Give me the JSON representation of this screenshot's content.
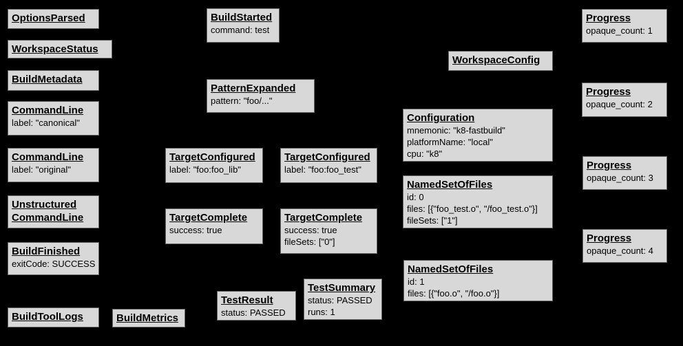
{
  "diagram": {
    "description": "Bazel Build Event Protocol event graph",
    "colors": {
      "background": "#000000",
      "node_fill": "#d8d8d8",
      "node_border": "#666666",
      "node_text": "#000000"
    }
  },
  "nodes": [
    {
      "key": "options-parsed",
      "title": "OptionsParsed",
      "details": []
    },
    {
      "key": "workspace-status",
      "title": "WorkspaceStatus",
      "details": []
    },
    {
      "key": "build-metadata",
      "title": "BuildMetadata",
      "details": []
    },
    {
      "key": "command-line-canonical",
      "title": "CommandLine",
      "details": [
        "label: \"canonical\""
      ]
    },
    {
      "key": "command-line-original",
      "title": "CommandLine",
      "details": [
        "label: \"original\""
      ]
    },
    {
      "key": "unstructured-command-line",
      "title": "Unstructured",
      "title_line2": "CommandLine",
      "details": []
    },
    {
      "key": "build-finished",
      "title": "BuildFinished",
      "details": [
        "exitCode: SUCCESS"
      ]
    },
    {
      "key": "build-tool-logs",
      "title": "BuildToolLogs",
      "details": []
    },
    {
      "key": "build-metrics",
      "title": "BuildMetrics",
      "details": []
    },
    {
      "key": "build-started",
      "title": "BuildStarted",
      "details": [
        "command: test"
      ]
    },
    {
      "key": "pattern-expanded",
      "title": "PatternExpanded",
      "details": [
        "pattern: \"foo/...\""
      ]
    },
    {
      "key": "target-configured-foo-lib",
      "title": "TargetConfigured",
      "details": [
        "label: \"foo:foo_lib\""
      ]
    },
    {
      "key": "target-configured-foo-test",
      "title": "TargetConfigured",
      "details": [
        "label: \"foo:foo_test\""
      ]
    },
    {
      "key": "target-complete-foo-lib",
      "title": "TargetComplete",
      "details": [
        "success: true"
      ]
    },
    {
      "key": "target-complete-foo-test",
      "title": "TargetComplete",
      "details": [
        "success: true",
        "fileSets: [\"0\"]"
      ]
    },
    {
      "key": "test-result",
      "title": "TestResult",
      "details": [
        "status: PASSED"
      ]
    },
    {
      "key": "test-summary",
      "title": "TestSummary",
      "details": [
        "status: PASSED",
        "runs: 1"
      ]
    },
    {
      "key": "workspace-config",
      "title": "WorkspaceConfig",
      "details": []
    },
    {
      "key": "configuration",
      "title": "Configuration",
      "details": [
        "mnemonic: \"k8-fastbuild\"",
        "platformName: \"local\"",
        "cpu: \"k8\""
      ]
    },
    {
      "key": "named-set-of-files-0",
      "title": "NamedSetOfFiles",
      "details": [
        "id: 0",
        "files: [{\"foo_test.o\", \"/foo_test.o\"}]",
        "fileSets: [\"1\"]"
      ]
    },
    {
      "key": "named-set-of-files-1",
      "title": "NamedSetOfFiles",
      "details": [
        "id: 1",
        "files: [{\"foo.o\", \"/foo.o\"}]"
      ]
    },
    {
      "key": "progress-1",
      "title": "Progress",
      "details": [
        "opaque_count: 1"
      ]
    },
    {
      "key": "progress-2",
      "title": "Progress",
      "details": [
        "opaque_count: 2"
      ]
    },
    {
      "key": "progress-3",
      "title": "Progress",
      "details": [
        "opaque_count: 3"
      ]
    },
    {
      "key": "progress-4",
      "title": "Progress",
      "details": [
        "opaque_count: 4"
      ]
    }
  ]
}
